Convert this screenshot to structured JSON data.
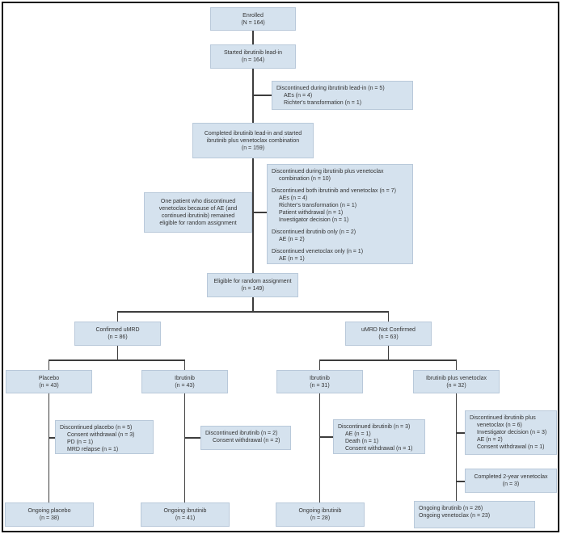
{
  "diagram_title": "Trial enrollment and random assignment flow diagram",
  "colors": {
    "box_fill": "#d5e2ee",
    "box_border": "#b9c9da",
    "connector": "#3d3d3d",
    "frame": "#111111",
    "text": "#333333",
    "background": "#ffffff"
  },
  "nodes": {
    "enrolled": {
      "lines": [
        "Enrolled",
        "(N = 164)"
      ]
    },
    "started_leadin": {
      "lines": [
        "Started ibrutinib lead-in",
        "(n = 164)"
      ]
    },
    "disc_leadin": {
      "lines": [
        "Discontinued during ibrutinib lead-in (n = 5)",
        "AEs (n = 4)",
        "Richter's transformation (n = 1)"
      ]
    },
    "completed_leadin": {
      "lines": [
        "Completed ibrutinib lead-in and started",
        "ibrutinib plus venetoclax combination",
        "(n = 159)"
      ]
    },
    "one_patient_note": {
      "lines": [
        "One patient who discontinued",
        "venetoclax because of AE (and",
        "continued ibrutinib) remained",
        "eligible for random assignment"
      ]
    },
    "disc_combination": {
      "lines": [
        "Discontinued during ibrutinib plus venetoclax",
        "combination (n = 10)",
        "Discontinued both ibrutinib and venetoclax (n = 7)",
        "AEs (n = 4)",
        "Richter's transformation (n = 1)",
        "Patient withdrawal (n = 1)",
        "Investigator decision (n = 1)",
        "Discontinued ibrutinib only (n = 2)",
        "AE (n = 2)",
        "Discontinued venetoclax only (n = 1)",
        "AE (n = 1)"
      ]
    },
    "eligible_random": {
      "lines": [
        "Eligible for random assignment",
        "(n = 149)"
      ]
    },
    "confirmed_umrd": {
      "lines": [
        "Confirmed uMRD",
        "(n = 86)"
      ]
    },
    "umrd_not_confirmed": {
      "lines": [
        "uMRD Not Confirmed",
        "(n = 63)"
      ]
    },
    "placebo": {
      "lines": [
        "Placebo",
        "(n = 43)"
      ]
    },
    "ibrutinib_43": {
      "lines": [
        "Ibrutinib",
        "(n = 43)"
      ]
    },
    "ibrutinib_31": {
      "lines": [
        "Ibrutinib",
        "(n = 31)"
      ]
    },
    "ibrutinib_venetoclax": {
      "lines": [
        "Ibrutinib plus venetoclax",
        "(n = 32)"
      ]
    },
    "disc_placebo": {
      "lines": [
        "Discontinued placebo (n = 5)",
        "Consent withdrawal (n = 3)",
        "PD (n = 1)",
        "MRD relapse (n = 1)"
      ]
    },
    "disc_ibrutinib_2": {
      "lines": [
        "Discontinued ibrutinib (n = 2)",
        "Consent withdrawal (n = 2)"
      ]
    },
    "disc_ibrutinib_3": {
      "lines": [
        "Discontinued ibrutinib (n = 3)",
        "AE (n = 1)",
        "Death (n = 1)",
        "Consent withdrawal (n = 1)"
      ]
    },
    "disc_ibr_ven": {
      "lines": [
        "Discontinued ibrutinib plus",
        "venetoclax (n = 6)",
        "Investigator decision (n = 3)",
        "AE (n = 2)",
        "Consent withdrawal (n = 1)"
      ]
    },
    "completed_2yr_ven": {
      "lines": [
        "Completed 2-year venetoclax",
        "(n = 3)"
      ]
    },
    "ongoing_placebo": {
      "lines": [
        "Ongoing placebo",
        "(n = 38)"
      ]
    },
    "ongoing_ibrutinib_41": {
      "lines": [
        "Ongoing ibrutinib",
        "(n = 41)"
      ]
    },
    "ongoing_ibrutinib_28": {
      "lines": [
        "Ongoing ibrutinib",
        "(n = 28)"
      ]
    },
    "ongoing_ibr_ven": {
      "lines": [
        "Ongoing ibrutinib (n = 26)",
        "Ongoing venetoclax (n = 23)"
      ]
    }
  }
}
